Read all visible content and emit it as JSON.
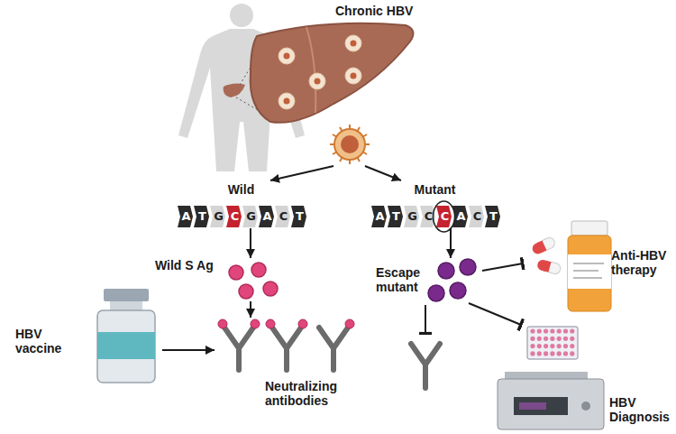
{
  "diagram": {
    "nodes": [
      {
        "text": [
          "Chronic HBV"
        ]
      },
      {
        "text": [
          "Wild"
        ]
      },
      {
        "text": [
          "Mutant"
        ]
      },
      {
        "text": [
          "Wild S Ag"
        ]
      },
      {
        "text": [
          "Escape mutant"
        ]
      },
      {
        "text": [
          "HBV vaccine"
        ]
      },
      {
        "text": [
          "Neutralizing antibodies"
        ]
      },
      {
        "text": [
          "Anti-HBV therapy"
        ]
      },
      {
        "text": [
          "HBV Diagnosis"
        ]
      }
    ],
    "edges": [
      {
        "from": 0,
        "to": 1,
        "arrow": "to"
      },
      {
        "from": 0,
        "to": 2,
        "arrow": "to"
      },
      {
        "from": 1,
        "to": 3,
        "arrow": "to"
      },
      {
        "from": 3,
        "to": 6,
        "arrow": "to"
      },
      {
        "from": 5,
        "to": 6,
        "arrow": "to"
      },
      {
        "from": 2,
        "to": 4,
        "arrow": "to"
      },
      {
        "from": 4,
        "to": 7,
        "arrow": "to"
      },
      {
        "from": 4,
        "to": 8,
        "arrow": "to"
      }
    ],
    "labels": [
      "A",
      "T",
      "G",
      "C",
      "G",
      "A",
      "C",
      "T",
      "A",
      "T",
      "G",
      "C",
      "C",
      "A",
      "C",
      "T"
    ]
  }
}
